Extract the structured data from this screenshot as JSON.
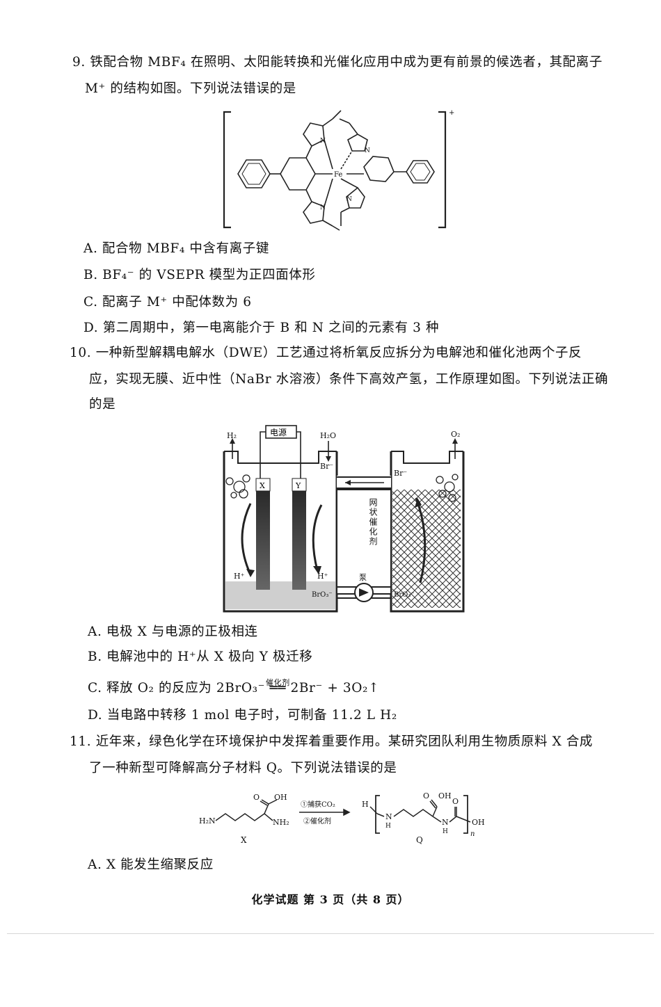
{
  "q9": {
    "stem_line1": "9. 铁配合物 MBF₄ 在照明、太阳能转换和光催化应用中成为更有前景的候选者，其配离子",
    "stem_line2": "M⁺ 的结构如图。下列说法错误的是",
    "figure": {
      "metal": "Fe",
      "charge": "+",
      "nitrogen_label": "N"
    },
    "options": [
      "A. 配合物 MBF₄ 中含有离子键",
      "B. BF₄⁻ 的 VSEPR 模型为正四面体形",
      "C. 配离子 M⁺ 中配体数为 6",
      "D. 第二周期中，第一电离能介于 B 和 N 之间的元素有 3 种"
    ]
  },
  "q10": {
    "stem_line1": "10. 一种新型解耦电解水（DWE）工艺通过将析氧反应拆分为电解池和催化池两个子反",
    "stem_line2": "应，实现无膜、近中性（NaBr 水溶液）条件下高效产氢，工作原理如图。下列说法正确",
    "stem_line3": "的是",
    "figure": {
      "power_label": "电源",
      "h2_label": "H₂",
      "h2o_label": "H₂O",
      "o2_label": "O₂",
      "electrode_x": "X",
      "electrode_y": "Y",
      "br_left": "Br⁻",
      "br_right": "Br⁻",
      "catalyst_label": "网状催化剂",
      "h_plus_left": "H⁺",
      "h_plus_right": "H⁺",
      "pump_label": "泵",
      "bro3_left": "BrO₃⁻",
      "bro3_right": "BrO₃⁻"
    },
    "options": [
      "A. 电极 X 与电源的正极相连",
      "B. 电解池中的 H⁺从 X 极向 Y 极迁移",
      "C. 释放 O₂ 的反应为 2BrO₃⁻ ══ 2Br⁻ + 3O₂↑",
      "D. 当电路中转移 1 mol 电子时，可制备 11.2 L H₂"
    ],
    "option_c_catalyst": "催化剂"
  },
  "q11": {
    "stem_line1": "11. 近年来，绿色化学在环境保护中发挥着重要作用。某研究团队利用生物质原料 X 合成",
    "stem_line2": "了一种新型可降解高分子材料 Q。下列说法错误的是",
    "figure": {
      "label_x": "X",
      "label_q": "Q",
      "step1": "①捕获CO₂",
      "step2": "②催化剂",
      "h2n": "H₂N",
      "nh2": "NH₂",
      "oh": "OH",
      "o": "O",
      "h": "H",
      "n": "N",
      "n_sub": "n"
    },
    "options": [
      "A. X 能发生缩聚反应"
    ]
  },
  "footer": "化学试题   第 3 页（共 8 页）"
}
